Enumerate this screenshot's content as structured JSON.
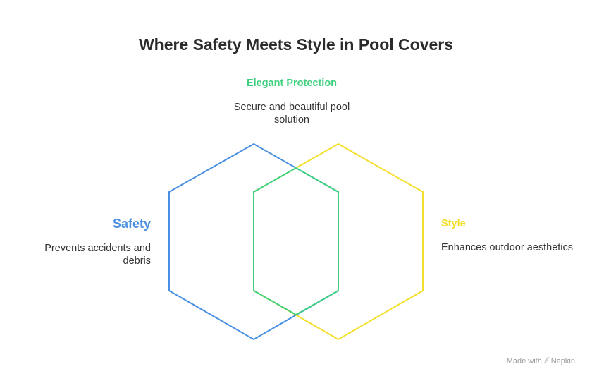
{
  "title": "Where Safety Meets Style in Pool Covers",
  "sets": [
    {
      "id": "safety",
      "heading": "Safety",
      "description": "Prevents accidents and debris",
      "color": "#4a90e2"
    },
    {
      "id": "style",
      "heading": "Style",
      "description": "Enhances outdoor aesthetics",
      "color": "#f3df2a"
    },
    {
      "id": "overlap",
      "heading": "Elegant Protection",
      "description": "Secure and beautiful pool solution",
      "color": "#3fd07f"
    }
  ],
  "footer": {
    "made_with": "Made with",
    "brand": "Napkin"
  }
}
